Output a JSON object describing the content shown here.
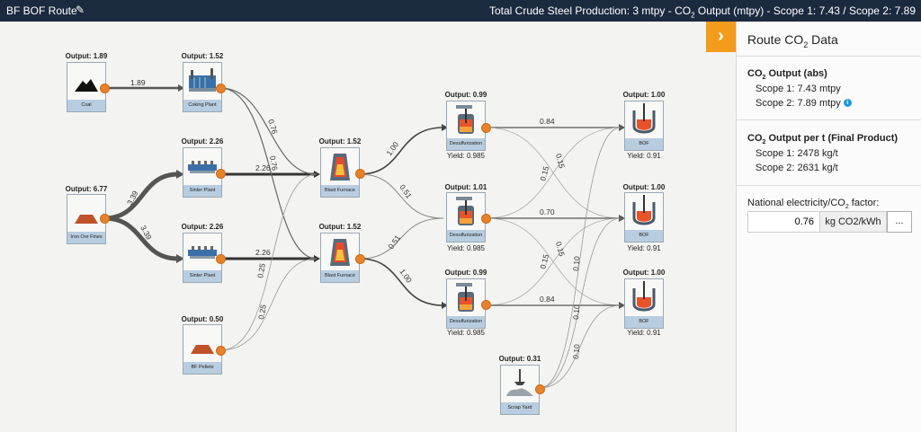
{
  "topbar": {
    "title": "BF BOF Route",
    "summary_prefix": "Total Crude Steel Production: 3 mtpy - CO",
    "summary_sub": "2",
    "summary_suffix": " Output (mtpy) - Scope 1: 7.43 / Scope 2: 7.89"
  },
  "nodes": {
    "coal": {
      "output": "Output: 1.89",
      "name": "Coal"
    },
    "coking": {
      "output": "Output: 1.52",
      "name": "Coking Plant"
    },
    "sinter1": {
      "output": "Output: 2.26",
      "name": "Sinter Plant"
    },
    "ironore": {
      "output": "Output: 6.77",
      "name": "Iron Ore Fines"
    },
    "sinter2": {
      "output": "Output: 2.26",
      "name": "Sinter Plant"
    },
    "pellets": {
      "output": "Output: 0.50",
      "name": "BF Pellets"
    },
    "bf1": {
      "output": "Output: 1.52",
      "name": "Blast Furnace"
    },
    "bf2": {
      "output": "Output: 1.52",
      "name": "Blast Furnace"
    },
    "desulf1": {
      "output": "Output: 0.99",
      "name": "Desulfurization",
      "yield": "Yield: 0.985"
    },
    "desulf2": {
      "output": "Output: 1.01",
      "name": "Desulfurization",
      "yield": "Yield: 0.985"
    },
    "desulf3": {
      "output": "Output: 0.99",
      "name": "Desulfurization",
      "yield": "Yield: 0.985"
    },
    "scrap": {
      "output": "Output: 0.31",
      "name": "Scrap Yard"
    },
    "bof1": {
      "output": "Output: 1.00",
      "name": "BOF",
      "yield": "Yield: 0.91"
    },
    "bof2": {
      "output": "Output: 1.00",
      "name": "BOF",
      "yield": "Yield: 0.91"
    },
    "bof3": {
      "output": "Output: 1.00",
      "name": "BOF",
      "yield": "Yield: 0.91"
    }
  },
  "links": {
    "coal_coking": "1.89",
    "coking_bf1": "0.76",
    "coking_bf2": "0.76",
    "ore_sinter1": "3.39",
    "ore_sinter2": "3.39",
    "sinter1_bf1": "2.26",
    "sinter2_bf2": "2.26",
    "pellets_bf1": "0.25",
    "pellets_bf2": "0.25",
    "bf1_d1": "1.00",
    "bf1_d2": "0.51",
    "bf2_d2": "0.51",
    "bf2_d3": "1.00",
    "d1_bof1": "0.84",
    "d1_bof2": "0.15",
    "d2_bof1": "0.15",
    "d2_bof2": "0.70",
    "d2_bof3": "0.15",
    "d3_bof2": "0.15",
    "d3_bof3": "0.84",
    "scrap_bof1": "0.10",
    "scrap_bof2": "0.10",
    "scrap_bof3": "0.10"
  },
  "sidebar": {
    "title_prefix": "Route CO",
    "title_sub": "2",
    "title_suffix": " Data",
    "abs_title_prefix": "CO",
    "abs_title_sub": "2",
    "abs_title_suffix": " Output (abs)",
    "abs_scope1": "Scope 1: 7.43 mtpy",
    "abs_scope2": "Scope 2: 7.89 mtpy",
    "pert_title_prefix": "CO",
    "pert_title_sub": "2",
    "pert_title_suffix": " Output per t (Final Product)",
    "pert_scope1": "Scope 1: 2478 kg/t",
    "pert_scope2": "Scope 2: 2631 kg/t",
    "factor_label": "National electricity/CO",
    "factor_label_sub": "2",
    "factor_label_suffix": " factor:",
    "factor_value": "0.76",
    "factor_unit": "kg CO2/kWh",
    "factor_button": "..."
  },
  "colors": {
    "topbar": "#1b2a3f",
    "accent": "#f29b1d",
    "port": "#e8822a",
    "info": "#1a9bdc"
  }
}
